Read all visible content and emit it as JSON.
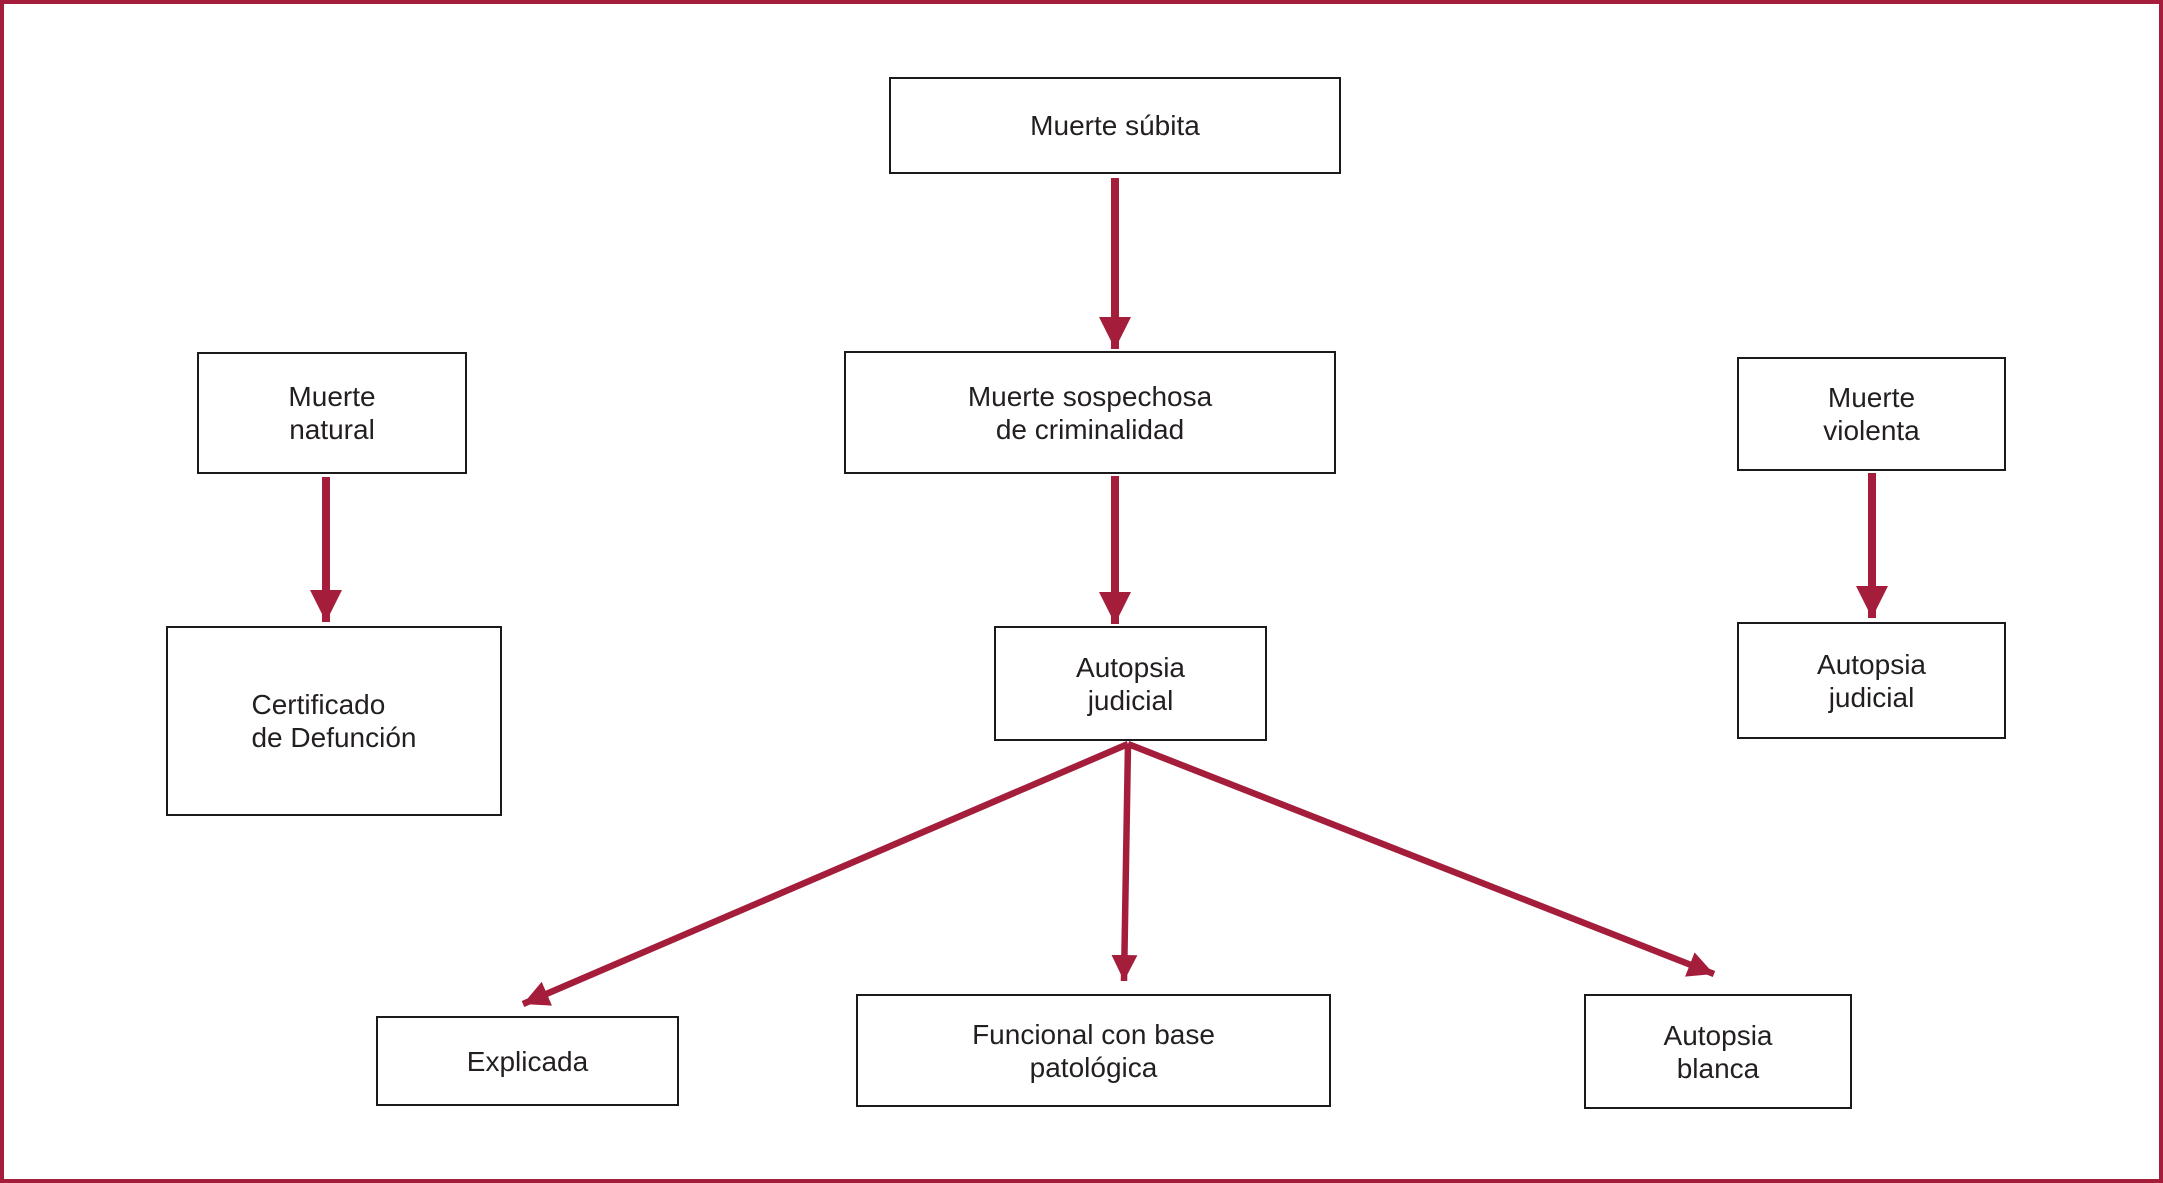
{
  "diagram": {
    "colors": {
      "accent_arrow": "#A41E3C",
      "frame_border": "#A41E3C",
      "node_border": "#1A1A1A",
      "text": "#231F20",
      "background": "#FFFFFF"
    },
    "nodes": [
      {
        "id": "muerte-subita",
        "label": "Muerte súbita"
      },
      {
        "id": "muerte-natural",
        "label": "Muerte\nnatural"
      },
      {
        "id": "muerte-sospechosa",
        "label": "Muerte sospechosa\nde criminalidad"
      },
      {
        "id": "muerte-violenta",
        "label": "Muerte\nviolenta"
      },
      {
        "id": "certificado-defuncion",
        "label": "Certificado\nde Defunción"
      },
      {
        "id": "autopsia-judicial-centro",
        "label": "Autopsia\njudicial"
      },
      {
        "id": "autopsia-judicial-derecha",
        "label": "Autopsia\njudicial"
      },
      {
        "id": "explicada",
        "label": "Explicada"
      },
      {
        "id": "funcional-base-patologica",
        "label": "Funcional con base\npatológica"
      },
      {
        "id": "autopsia-blanca",
        "label": "Autopsia\nblanca"
      }
    ],
    "edges": [
      {
        "from": "muerte-subita",
        "to": "muerte-sospechosa"
      },
      {
        "from": "muerte-natural",
        "to": "certificado-defuncion"
      },
      {
        "from": "muerte-sospechosa",
        "to": "autopsia-judicial-centro"
      },
      {
        "from": "muerte-violenta",
        "to": "autopsia-judicial-derecha"
      },
      {
        "from": "autopsia-judicial-centro",
        "to": "explicada"
      },
      {
        "from": "autopsia-judicial-centro",
        "to": "funcional-base-patologica"
      },
      {
        "from": "autopsia-judicial-centro",
        "to": "autopsia-blanca"
      }
    ]
  }
}
